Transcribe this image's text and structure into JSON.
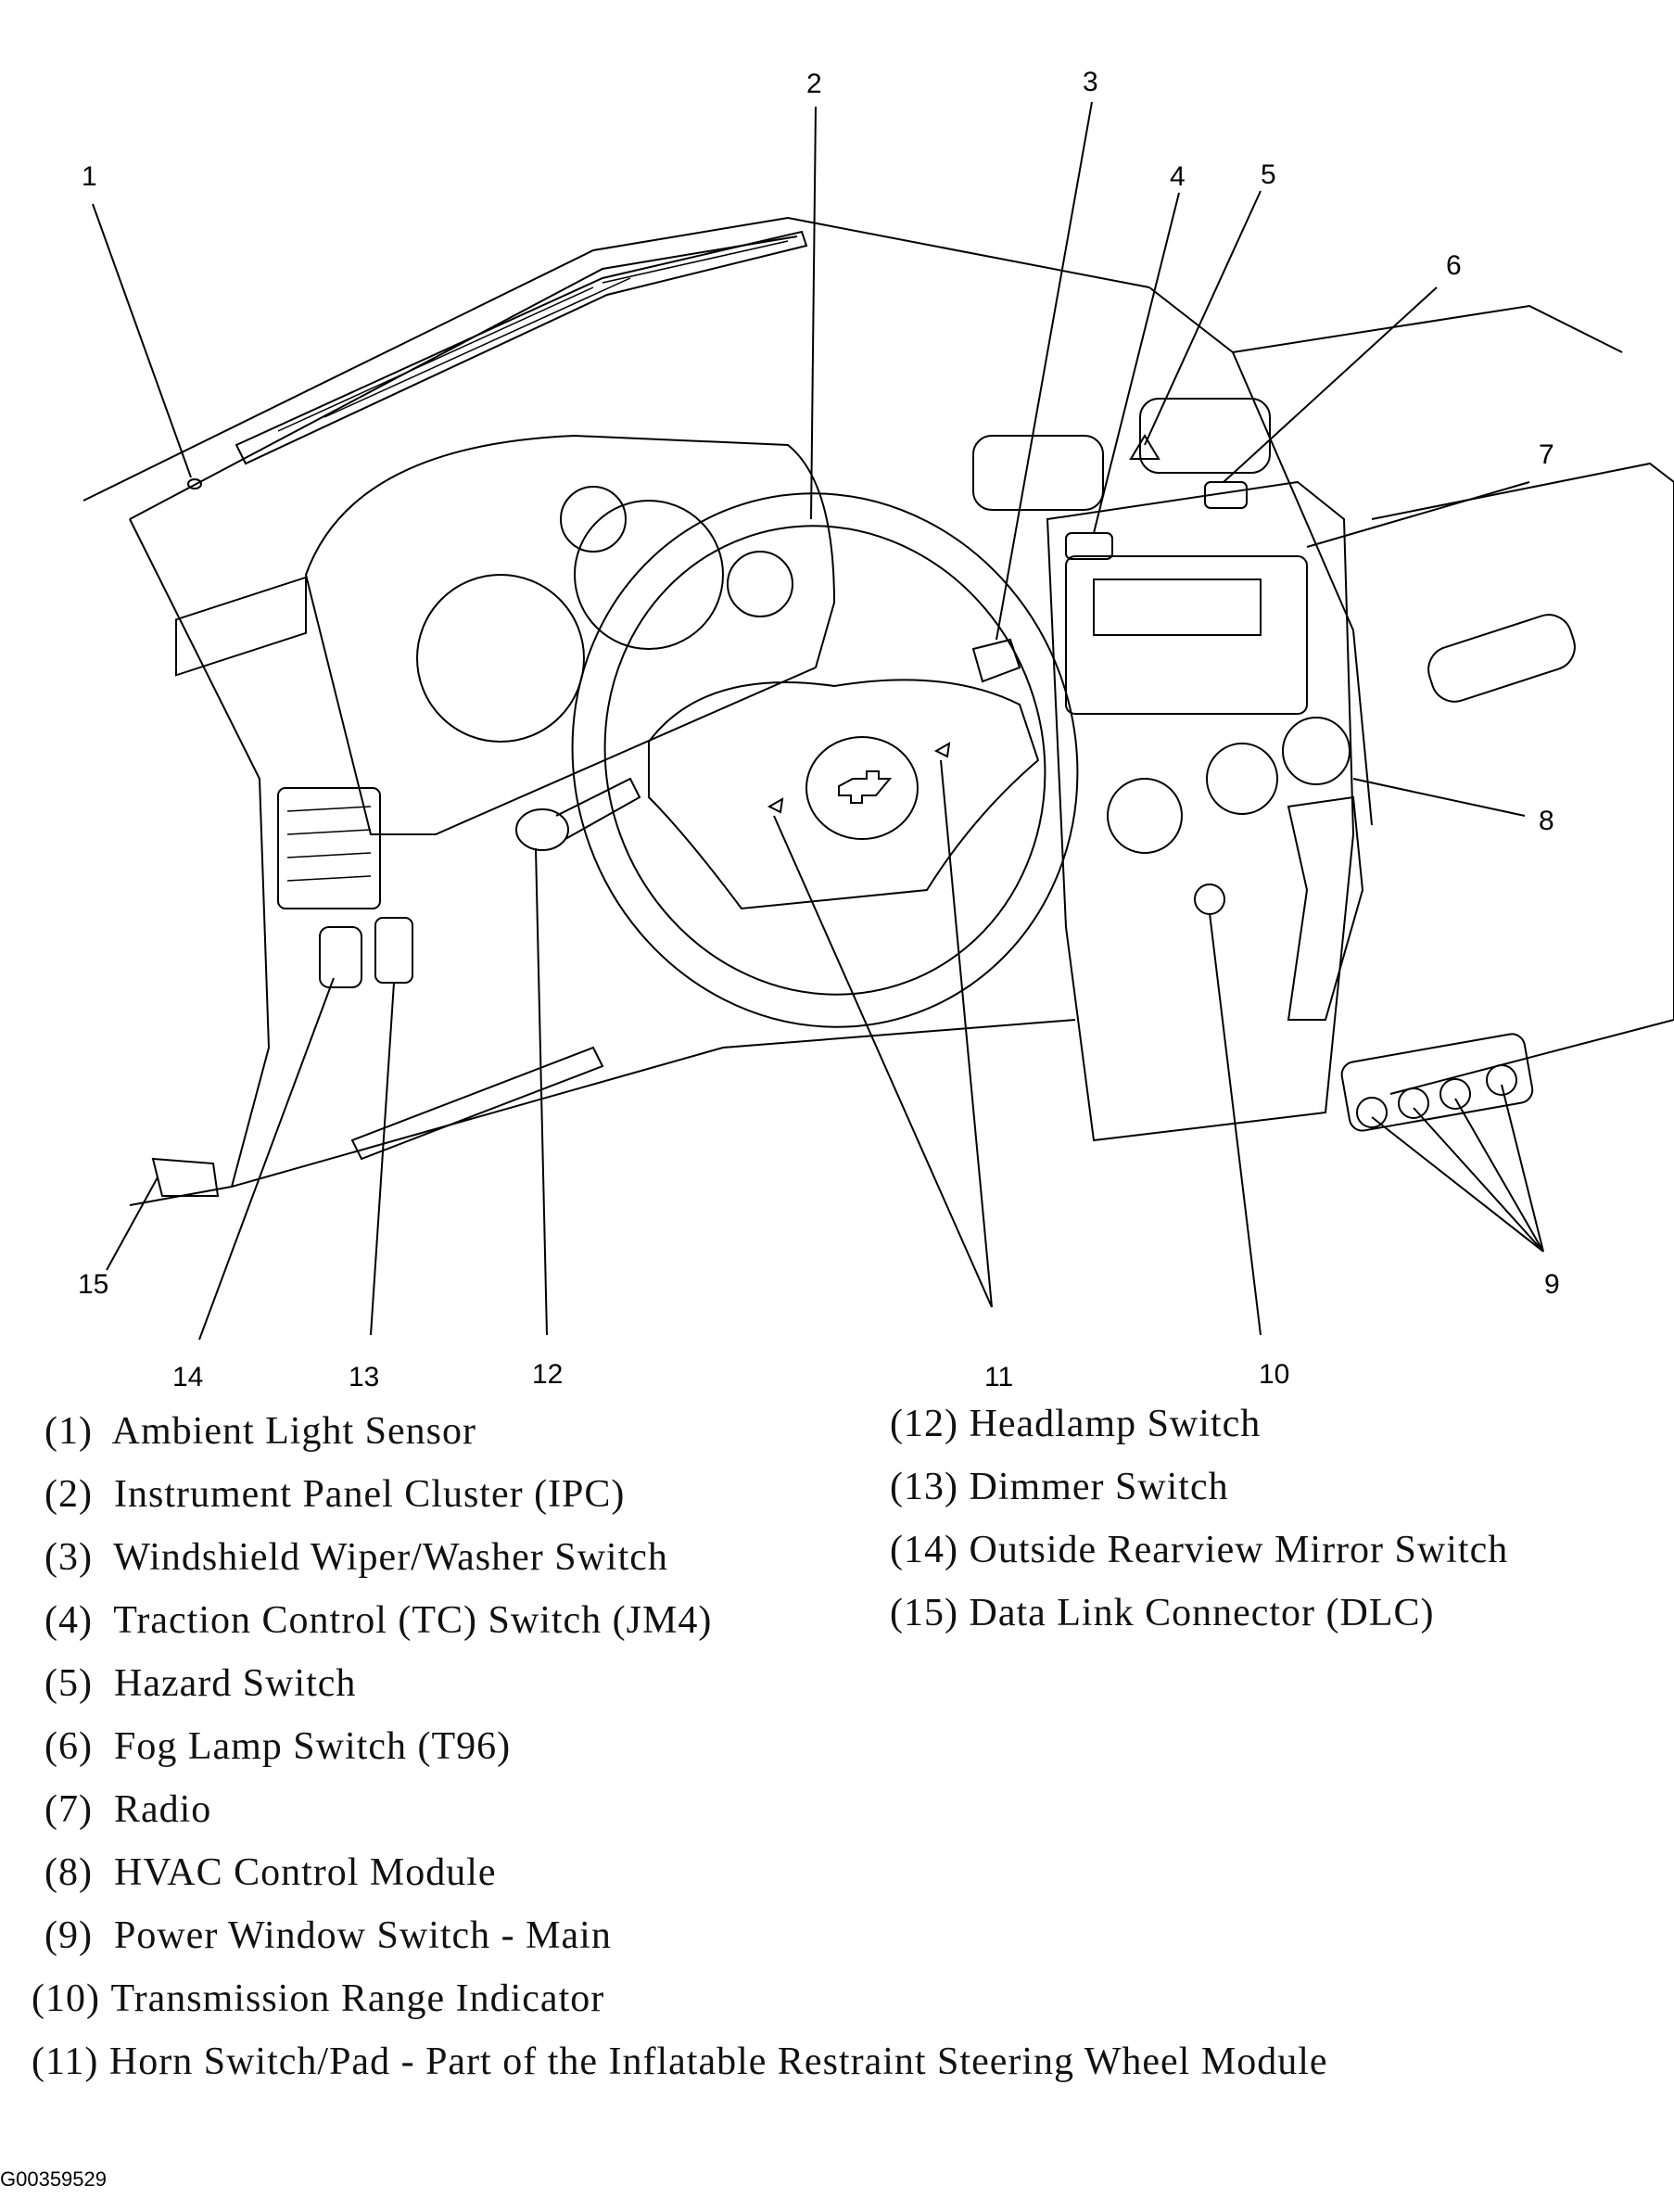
{
  "callouts": [
    "1",
    "2",
    "3",
    "4",
    "5",
    "6",
    "7",
    "8",
    "9",
    "10",
    "11",
    "12",
    "13",
    "14",
    "15"
  ],
  "legend": {
    "left": [
      {
        "num": "(1)",
        "text": "Ambient Light Sensor"
      },
      {
        "num": "(2)",
        "text": "Instrument Panel Cluster (IPC)"
      },
      {
        "num": "(3)",
        "text": "Windshield Wiper/Washer Switch"
      },
      {
        "num": "(4)",
        "text": "Traction Control (TC) Switch (JM4)"
      },
      {
        "num": "(5)",
        "text": "Hazard Switch"
      },
      {
        "num": "(6)",
        "text": "Fog Lamp Switch (T96)"
      },
      {
        "num": "(7)",
        "text": "Radio"
      },
      {
        "num": "(8)",
        "text": "HVAC Control Module"
      },
      {
        "num": "(9)",
        "text": "Power Window Switch - Main"
      },
      {
        "num": "(10)",
        "text": "Transmission Range Indicator"
      },
      {
        "num": "(11)",
        "text": "Horn Switch/Pad - Part of the Inflatable Restraint Steering Wheel Module"
      }
    ],
    "right": [
      {
        "num": "(12)",
        "text": "Headlamp Switch"
      },
      {
        "num": "(13)",
        "text": "Dimmer Switch"
      },
      {
        "num": "(14)",
        "text": "Outside Rearview Mirror Switch"
      },
      {
        "num": "(15)",
        "text": "Data Link Connector (DLC)"
      }
    ]
  },
  "figure_id": "G00359529"
}
